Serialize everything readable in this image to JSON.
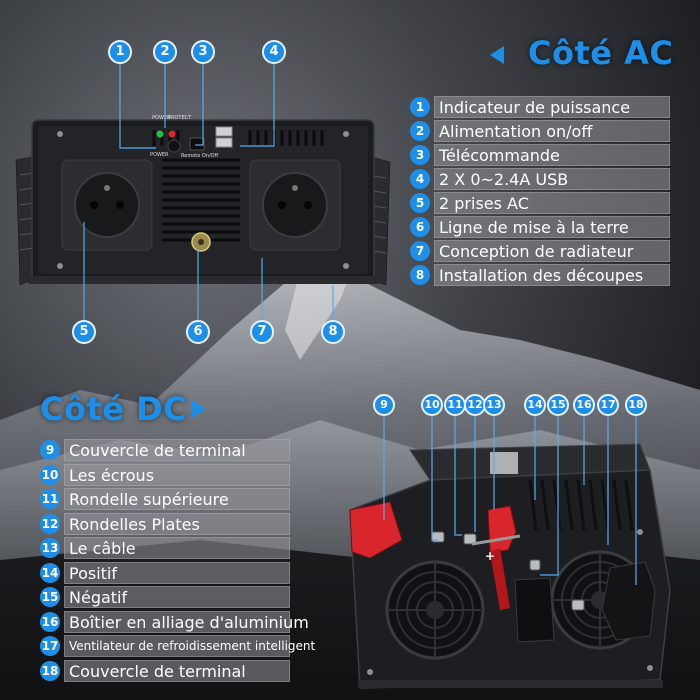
{
  "colors": {
    "accent": "#1e8fe8",
    "legend_bar": "#96969b",
    "cap_red": "#d8262c"
  },
  "ac_side": {
    "title": "Côté AC",
    "items": [
      {
        "num": "1",
        "label": "Indicateur de puissance"
      },
      {
        "num": "2",
        "label": "Alimentation on/off"
      },
      {
        "num": "3",
        "label": "Télécommande"
      },
      {
        "num": "4",
        "label": "2 X 0~2.4A USB"
      },
      {
        "num": "5",
        "label": "2 prises AC"
      },
      {
        "num": "6",
        "label": "Ligne de mise à la terre"
      },
      {
        "num": "7",
        "label": "Conception de radiateur"
      },
      {
        "num": "8",
        "label": "Installation des découpes"
      }
    ],
    "panel_labels": {
      "power": "POWER",
      "protect": "PROTECT",
      "remote": "Remote On/Off",
      "switch": "POWER"
    }
  },
  "dc_side": {
    "title": "Côté DC",
    "items": [
      {
        "num": "9",
        "label": "Couvercle de terminal"
      },
      {
        "num": "10",
        "label": "Les écrous"
      },
      {
        "num": "11",
        "label": "Rondelle supérieure"
      },
      {
        "num": "12",
        "label": "Rondelles Plates"
      },
      {
        "num": "13",
        "label": "Le câble"
      },
      {
        "num": "14",
        "label": "Positif"
      },
      {
        "num": "15",
        "label": "Négatif"
      },
      {
        "num": "16",
        "label": "Boîtier en alliage d'aluminium"
      },
      {
        "num": "17",
        "label": "Ventilateur de refroidissement intelligent"
      },
      {
        "num": "18",
        "label": "Couvercle de terminal"
      }
    ]
  }
}
